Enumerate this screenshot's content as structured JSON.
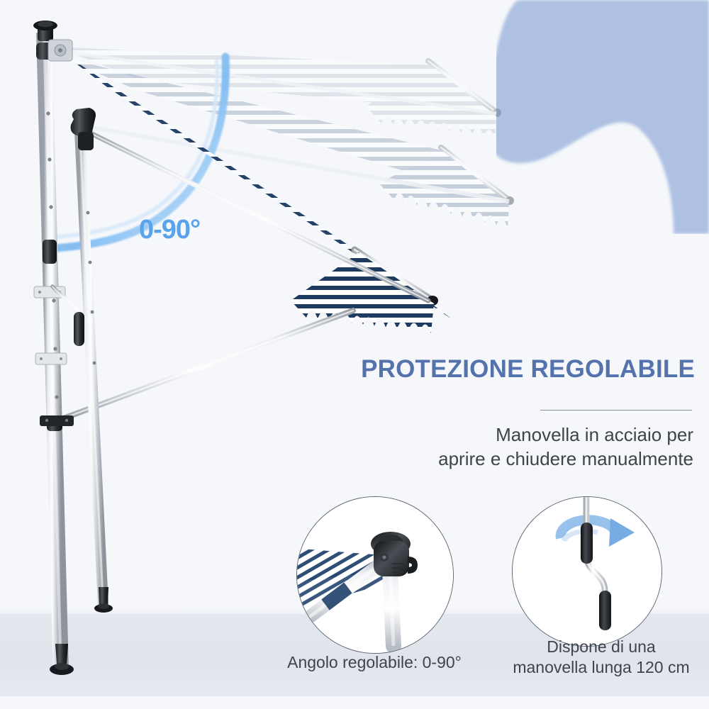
{
  "page": {
    "background_color": "#f5f7fa",
    "accent_blue": "#5aa3e8",
    "heading_color": "#5472ab",
    "blob_color": "#aec1e3",
    "fabric_navy": "#1f3a5f",
    "fabric_white": "#ffffff",
    "frame_silver": "#c8ccd2",
    "floor_color": "#e4e8ee"
  },
  "angle_badge": {
    "label": "0-90°",
    "icon": "arc-rotation-indicator"
  },
  "headline": {
    "text": "PROTEZIONE REGOLABILE"
  },
  "subcopy": {
    "line1": "Manovella in acciaio per",
    "line2": "aprire e chiudere manualmente"
  },
  "insets": [
    {
      "id": "angle",
      "icon": "awning-joint-detail",
      "caption": "Angolo regolabile: 0-90°"
    },
    {
      "id": "crank",
      "icon": "crank-handle-detail",
      "caption_line1": "Dispone di una",
      "caption_line2": "manovella lunga 120 cm"
    }
  ],
  "product": {
    "name": "awning-manual-retractable",
    "positions": [
      {
        "name": "position-open-high",
        "opacity": "ghost"
      },
      {
        "name": "position-open-mid",
        "opacity": "ghost"
      },
      {
        "name": "position-extended-low",
        "opacity": "solid"
      }
    ]
  }
}
